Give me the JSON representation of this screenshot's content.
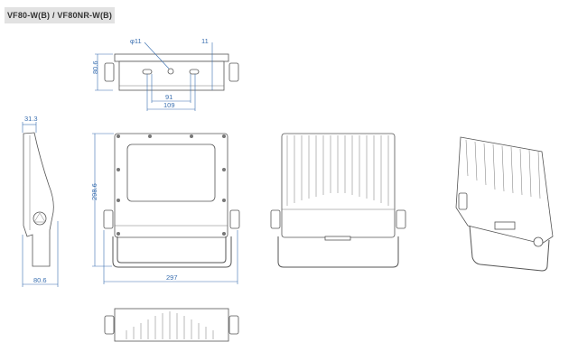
{
  "title": "VF80-W(B) / VF80NR-W(B)",
  "dimensions": {
    "top_hole_dia": "φ11",
    "top_offset": "11",
    "top_height": "80.6",
    "slot_inner": "91",
    "slot_outer": "109",
    "side_top_depth": "31.3",
    "side_bottom_depth": "80.6",
    "front_height": "298.6",
    "front_width": "297"
  },
  "colors": {
    "dimension": "#3a6fb0",
    "outline": "#555555",
    "title_bg": "#e2e2e2"
  }
}
